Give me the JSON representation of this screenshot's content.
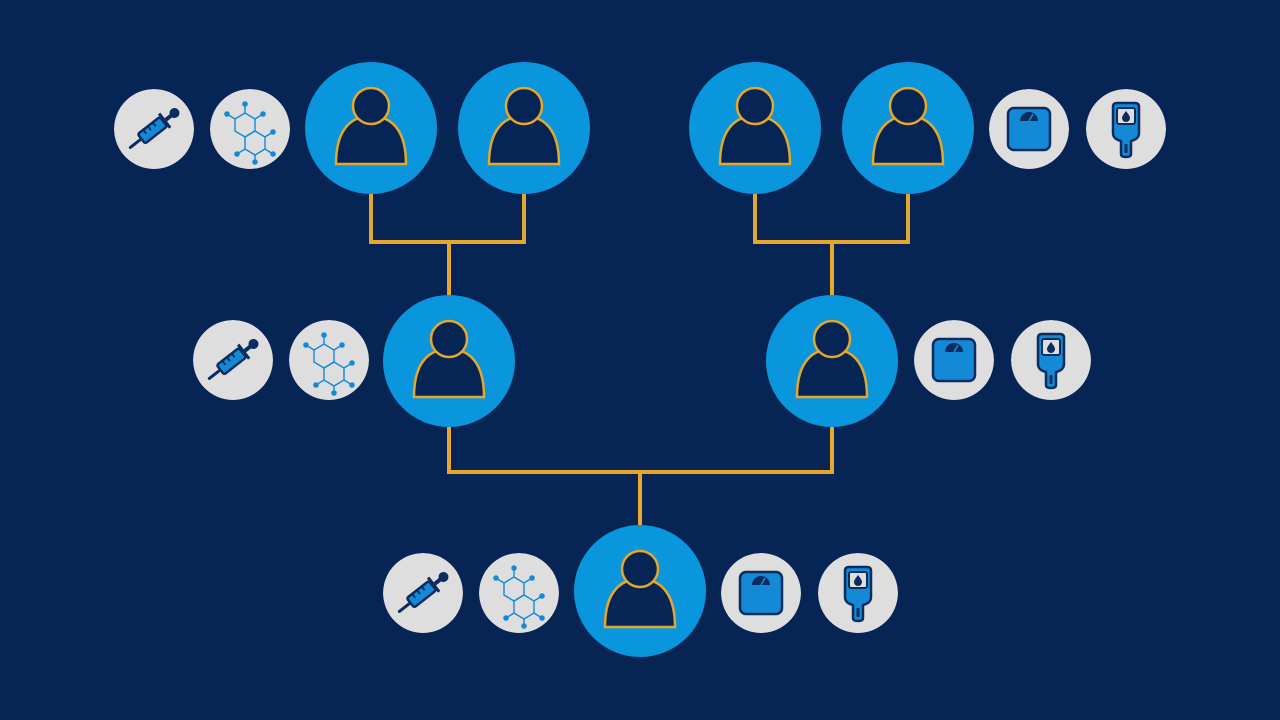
{
  "colors": {
    "background": "#062454",
    "person_circle": "#0a96dd",
    "person_outline": "#e7a62c",
    "person_fill": "#062454",
    "connector": "#e7a62c",
    "icon_bg": "#dedede",
    "icon_stroke": "#0b2c5e",
    "icon_fill": "#148ad6",
    "molecule": "#148ad6"
  },
  "generations": [
    {
      "level": "grandparents",
      "members": [
        {
          "person": "grandparent-1",
          "side_icons": [
            "syringe-icon",
            "molecule-icon"
          ]
        },
        {
          "person": "grandparent-2",
          "side_icons": []
        },
        {
          "person": "grandparent-3",
          "side_icons": []
        },
        {
          "person": "grandparent-4",
          "side_icons": [
            "scale-icon",
            "glucose-meter-icon"
          ]
        }
      ]
    },
    {
      "level": "parents",
      "members": [
        {
          "person": "parent-left",
          "side_icons": [
            "syringe-icon",
            "molecule-icon"
          ]
        },
        {
          "person": "parent-right",
          "side_icons": [
            "scale-icon",
            "glucose-meter-icon"
          ]
        }
      ]
    },
    {
      "level": "child",
      "members": [
        {
          "person": "child",
          "side_icons": [
            "syringe-icon",
            "molecule-icon",
            "scale-icon",
            "glucose-meter-icon"
          ]
        }
      ]
    }
  ]
}
